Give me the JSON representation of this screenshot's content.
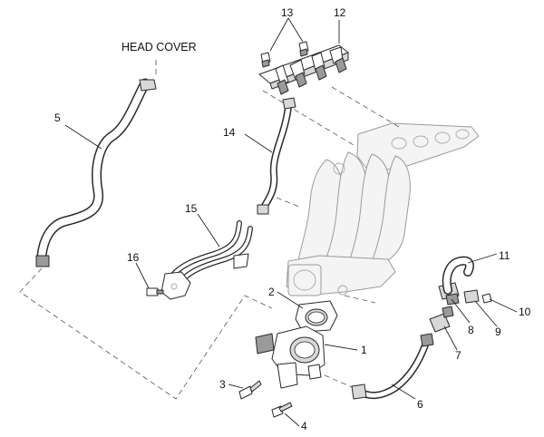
{
  "diagram": {
    "caption_head_cover": "HEAD COVER",
    "callouts": [
      "1",
      "2",
      "3",
      "4",
      "5",
      "6",
      "7",
      "8",
      "9",
      "10",
      "11",
      "12",
      "13",
      "14",
      "15",
      "16"
    ]
  }
}
